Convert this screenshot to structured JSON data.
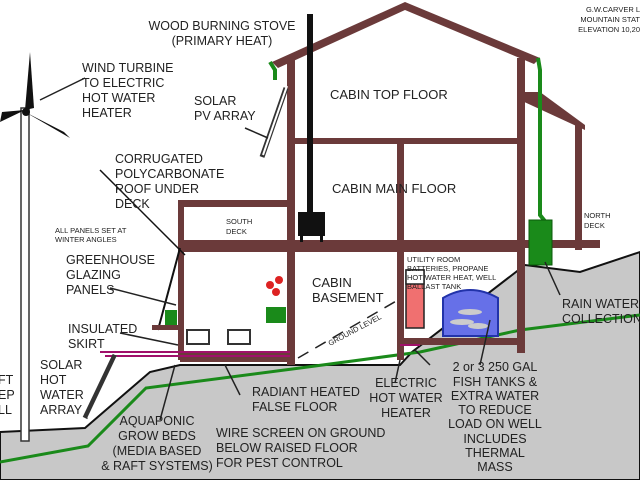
{
  "title_block": [
    "G.W.CARVER L",
    "MOUNTAIN STAT",
    "ELEVATION 10,20"
  ],
  "rooms": {
    "top_floor": "CABIN TOP FLOOR",
    "main_floor": "CABIN MAIN FLOOR",
    "basement": [
      "CABIN",
      "BASEMENT"
    ],
    "south_deck": [
      "SOUTH",
      "DECK"
    ],
    "north_deck": [
      "NORTH",
      "DECK"
    ],
    "utility": [
      "UTILITY ROOM",
      "BATTERIES, PROPANE",
      "HOT WATER HEAT, WELL",
      "BALLAST TANK"
    ],
    "ground_level": "GROUND LEVEL"
  },
  "labels": {
    "stove": [
      "WOOD BURNING STOVE",
      "(PRIMARY HEAT)"
    ],
    "wind": [
      "WIND TURBINE",
      "TO ELECTRIC",
      "HOT WATER",
      "HEATER"
    ],
    "solar_pv": [
      "SOLAR",
      "PV ARRAY"
    ],
    "roof": [
      "CORRUGATED",
      "POLYCARBONATE",
      "ROOF UNDER",
      "DECK"
    ],
    "panels_note": [
      "ALL PANELS SET AT",
      "WINTER ANGLES"
    ],
    "glazing": [
      "GREENHOUSE",
      "GLAZING",
      "PANELS"
    ],
    "skirt": [
      "INSULATED",
      "SKIRT"
    ],
    "solar_hw": [
      "SOLAR",
      "HOT",
      "WATER",
      "ARRAY"
    ],
    "well": [
      "FT",
      "EP",
      "LL"
    ],
    "aquaponic": [
      "AQUAPONIC",
      "GROW BEDS",
      "(MEDIA BASED",
      "& RAFT SYSTEMS)"
    ],
    "radiant": [
      "RADIANT HEATED",
      "FALSE FLOOR"
    ],
    "wire": [
      "WIRE SCREEN ON GROUND",
      "BELOW RAISED FLOOR",
      "FOR PEST CONTROL"
    ],
    "electric_hw": [
      "ELECTRIC",
      "HOT WATER",
      "HEATER"
    ],
    "fish": [
      "2 or 3 250 GAL",
      "FISH TANKS &",
      "EXTRA WATER",
      "TO REDUCE",
      "LOAD ON WELL",
      "INCLUDES",
      "THERMAL",
      "MASS"
    ],
    "rain": [
      "RAIN WATER",
      "COLLECTION"
    ]
  },
  "colors": {
    "frame": "#6b3a3a",
    "ground": "#c8c8c8",
    "green": "#1a8a1a",
    "water": "#5566dd",
    "heater": "#f07070"
  }
}
